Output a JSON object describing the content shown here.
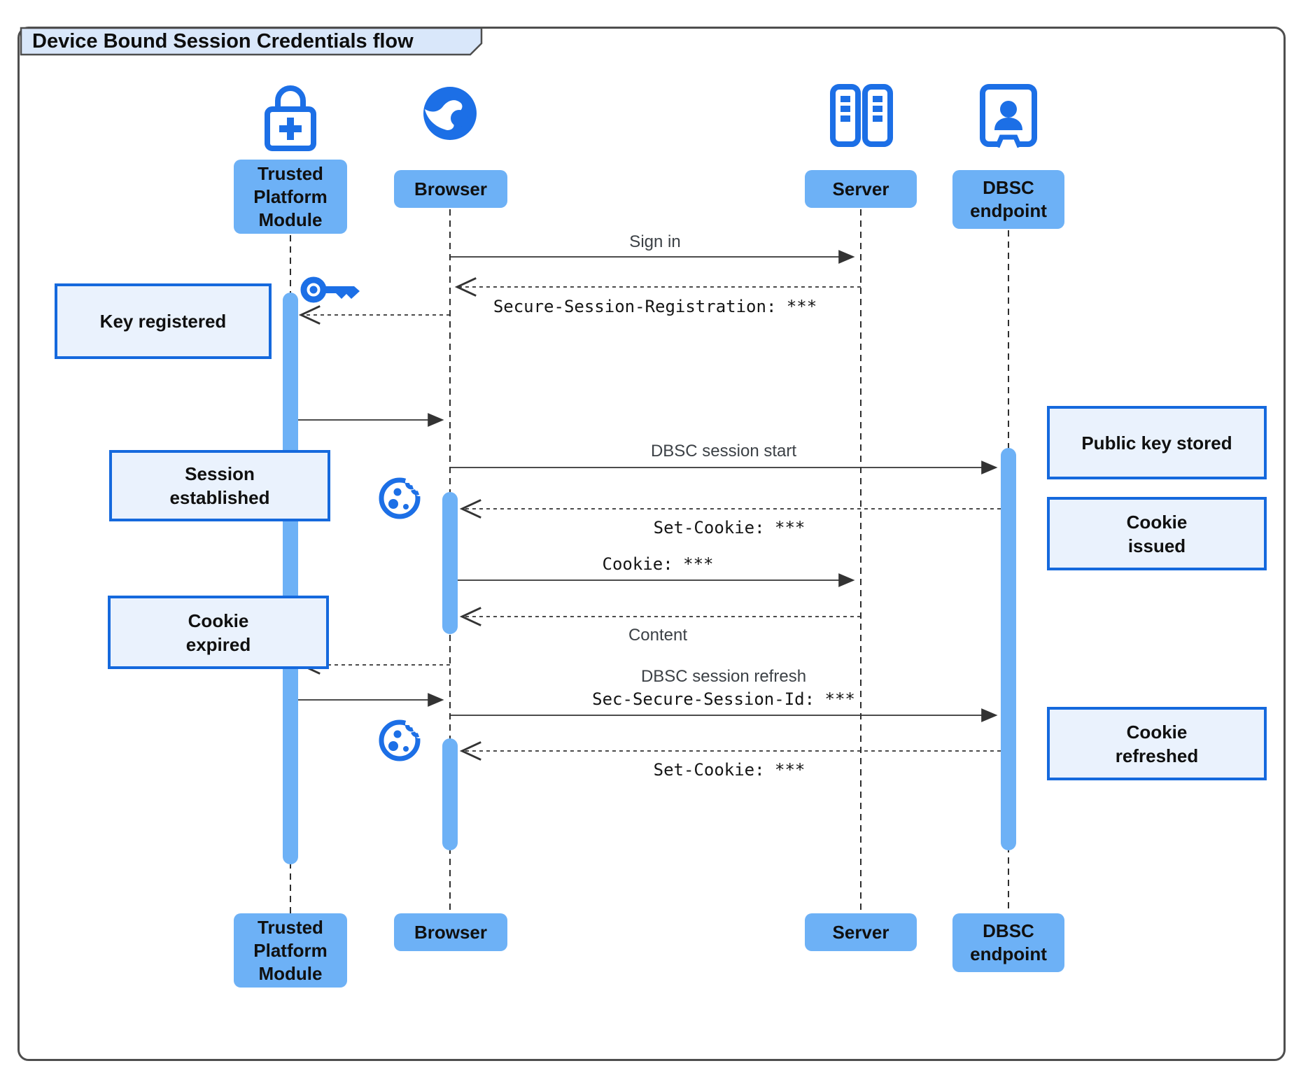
{
  "diagram": {
    "title": "Device Bound Session Credentials flow",
    "actors": {
      "tpm": {
        "label": "Trusted\nPlatform\nModule",
        "icon": "lock-plus-icon"
      },
      "browser": {
        "label": "Browser",
        "icon": "globe-icon"
      },
      "server": {
        "label": "Server",
        "icon": "server-racks-icon"
      },
      "dbsc": {
        "label": "DBSC\nendpoint",
        "icon": "person-booth-icon"
      }
    },
    "messages": {
      "sign_in": "Sign in",
      "secure_session_registration": "Secure-Session-Registration: ***",
      "dbsc_session_start": "DBSC session start",
      "set_cookie_1": "Set-Cookie: ***",
      "cookie": "Cookie: ***",
      "content": "Content",
      "dbsc_session_refresh": "DBSC session refresh",
      "sec_secure_session_id": "Sec-Secure-Session-Id: ***",
      "set_cookie_2": "Set-Cookie: ***"
    },
    "notes": {
      "key_registered": "Key registered",
      "session_established": "Session\nestablished",
      "cookie_expired": "Cookie\nexpired",
      "public_key_stored": "Public key stored",
      "cookie_issued": "Cookie\nissued",
      "cookie_refreshed": "Cookie\nrefreshed"
    },
    "colors": {
      "accent_blue": "#1c6fe6",
      "actor_fill": "#6db1f6",
      "note_fill": "#eaf2fd",
      "note_border": "#1569dd",
      "title_fill": "#d9e7fa",
      "line": "#333333"
    }
  }
}
